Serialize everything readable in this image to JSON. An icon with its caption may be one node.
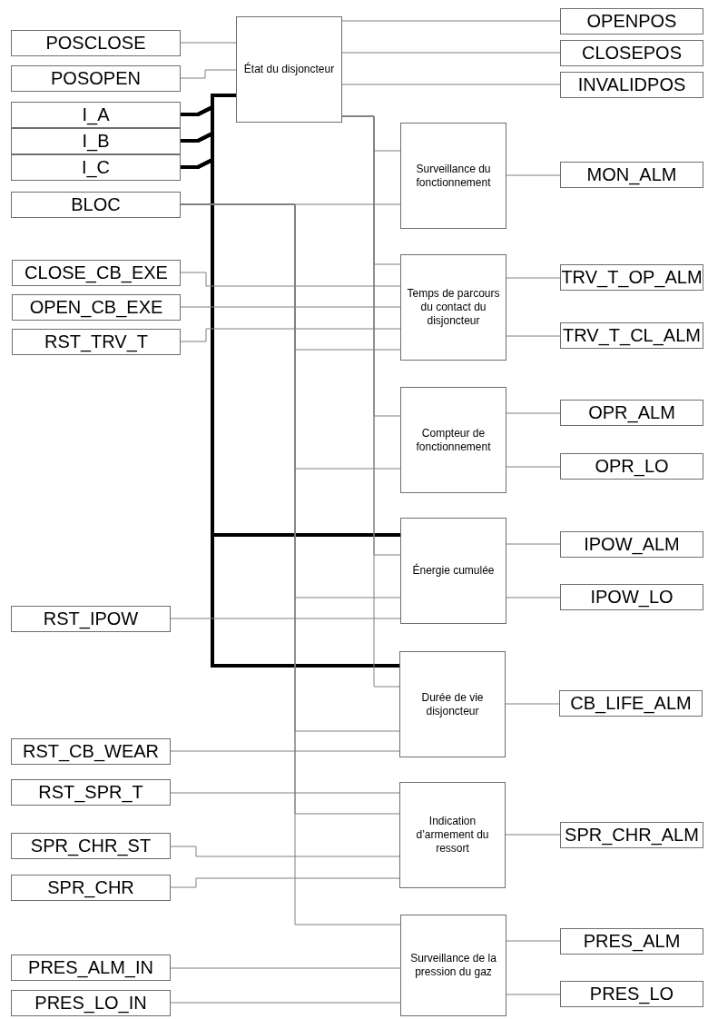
{
  "diagram": {
    "nodes": [
      {
        "text": [
          "POSCLOSE"
        ]
      },
      {
        "text": [
          "POSOPEN"
        ]
      },
      {
        "text": [
          "I_A"
        ]
      },
      {
        "text": [
          "I_B"
        ]
      },
      {
        "text": [
          "I_C"
        ]
      },
      {
        "text": [
          "BLOC"
        ]
      },
      {
        "text": [
          "CLOSE_CB_EXE"
        ]
      },
      {
        "text": [
          "OPEN_CB_EXE"
        ]
      },
      {
        "text": [
          "RST_TRV_T"
        ]
      },
      {
        "text": [
          "RST_IPOW"
        ]
      },
      {
        "text": [
          "RST_CB_WEAR"
        ]
      },
      {
        "text": [
          "RST_SPR_T"
        ]
      },
      {
        "text": [
          "SPR_CHR_ST"
        ]
      },
      {
        "text": [
          "SPR_CHR"
        ]
      },
      {
        "text": [
          "PRES_ALM_IN"
        ]
      },
      {
        "text": [
          "PRES_LO_IN"
        ]
      },
      {
        "text": [
          "État du disjoncteur"
        ]
      },
      {
        "text": [
          "Surveillance du fonctionnement"
        ]
      },
      {
        "text": [
          "Temps de parcours du contact du disjoncteur"
        ]
      },
      {
        "text": [
          "Compteur de fonctionnement"
        ]
      },
      {
        "text": [
          "Énergie cumulée"
        ]
      },
      {
        "text": [
          "Durée de vie disjoncteur"
        ]
      },
      {
        "text": [
          "Indication d’armement du ressort"
        ]
      },
      {
        "text": [
          "Surveillance de la pression du gaz"
        ]
      },
      {
        "text": [
          "OPENPOS"
        ]
      },
      {
        "text": [
          "CLOSEPOS"
        ]
      },
      {
        "text": [
          "INVALIDPOS"
        ]
      },
      {
        "text": [
          "MON_ALM"
        ]
      },
      {
        "text": [
          "TRV_T_OP_ALM"
        ]
      },
      {
        "text": [
          "TRV_T_CL_ALM"
        ]
      },
      {
        "text": [
          "OPR_ALM"
        ]
      },
      {
        "text": [
          "OPR_LO"
        ]
      },
      {
        "text": [
          "IPOW_ALM"
        ]
      },
      {
        "text": [
          "IPOW_LO"
        ]
      },
      {
        "text": [
          "CB_LIFE_ALM"
        ]
      },
      {
        "text": [
          "SPR_CHR_ALM"
        ]
      },
      {
        "text": [
          "PRES_ALM"
        ]
      },
      {
        "text": [
          "PRES_LO"
        ]
      }
    ],
    "edges": [
      {
        "from": 0,
        "to": 16,
        "arrow": "none"
      },
      {
        "from": 1,
        "to": 16,
        "arrow": "none"
      },
      {
        "from": 2,
        "to": 16,
        "arrow": "none",
        "style": "thick",
        "color": "#000000"
      },
      {
        "from": 3,
        "to": 16,
        "arrow": "none",
        "style": "thick",
        "color": "#000000"
      },
      {
        "from": 4,
        "to": 16,
        "arrow": "none",
        "style": "thick",
        "color": "#000000"
      },
      {
        "from": 2,
        "to": 20,
        "arrow": "none",
        "style": "thick",
        "color": "#000000"
      },
      {
        "from": 3,
        "to": 20,
        "arrow": "none",
        "style": "thick",
        "color": "#000000"
      },
      {
        "from": 4,
        "to": 20,
        "arrow": "none",
        "style": "thick",
        "color": "#000000"
      },
      {
        "from": 2,
        "to": 21,
        "arrow": "none",
        "style": "thick",
        "color": "#000000"
      },
      {
        "from": 3,
        "to": 21,
        "arrow": "none",
        "style": "thick",
        "color": "#000000"
      },
      {
        "from": 4,
        "to": 21,
        "arrow": "none",
        "style": "thick",
        "color": "#000000"
      },
      {
        "from": 16,
        "to": 24,
        "arrow": "none"
      },
      {
        "from": 16,
        "to": 25,
        "arrow": "none"
      },
      {
        "from": 16,
        "to": 26,
        "arrow": "none"
      },
      {
        "from": 16,
        "to": 17,
        "arrow": "none"
      },
      {
        "from": 16,
        "to": 18,
        "arrow": "none"
      },
      {
        "from": 16,
        "to": 19,
        "arrow": "none"
      },
      {
        "from": 16,
        "to": 20,
        "arrow": "none"
      },
      {
        "from": 16,
        "to": 21,
        "arrow": "none"
      },
      {
        "from": 5,
        "to": 17,
        "arrow": "none"
      },
      {
        "from": 5,
        "to": 18,
        "arrow": "none"
      },
      {
        "from": 5,
        "to": 19,
        "arrow": "none"
      },
      {
        "from": 5,
        "to": 20,
        "arrow": "none"
      },
      {
        "from": 5,
        "to": 21,
        "arrow": "none"
      },
      {
        "from": 5,
        "to": 22,
        "arrow": "none"
      },
      {
        "from": 5,
        "to": 23,
        "arrow": "none"
      },
      {
        "from": 6,
        "to": 18,
        "arrow": "none"
      },
      {
        "from": 7,
        "to": 18,
        "arrow": "none"
      },
      {
        "from": 8,
        "to": 18,
        "arrow": "none"
      },
      {
        "from": 9,
        "to": 20,
        "arrow": "none"
      },
      {
        "from": 10,
        "to": 21,
        "arrow": "none"
      },
      {
        "from": 11,
        "to": 22,
        "arrow": "none"
      },
      {
        "from": 12,
        "to": 22,
        "arrow": "none"
      },
      {
        "from": 13,
        "to": 22,
        "arrow": "none"
      },
      {
        "from": 14,
        "to": 23,
        "arrow": "none"
      },
      {
        "from": 15,
        "to": 23,
        "arrow": "none"
      },
      {
        "from": 17,
        "to": 27,
        "arrow": "none"
      },
      {
        "from": 18,
        "to": 28,
        "arrow": "none"
      },
      {
        "from": 18,
        "to": 29,
        "arrow": "none"
      },
      {
        "from": 19,
        "to": 30,
        "arrow": "none"
      },
      {
        "from": 19,
        "to": 31,
        "arrow": "none"
      },
      {
        "from": 20,
        "to": 32,
        "arrow": "none"
      },
      {
        "from": 20,
        "to": 33,
        "arrow": "none"
      },
      {
        "from": 21,
        "to": 34,
        "arrow": "none"
      },
      {
        "from": 22,
        "to": 35,
        "arrow": "none"
      },
      {
        "from": 23,
        "to": 36,
        "arrow": "none"
      },
      {
        "from": 23,
        "to": 37,
        "arrow": "none"
      }
    ]
  }
}
